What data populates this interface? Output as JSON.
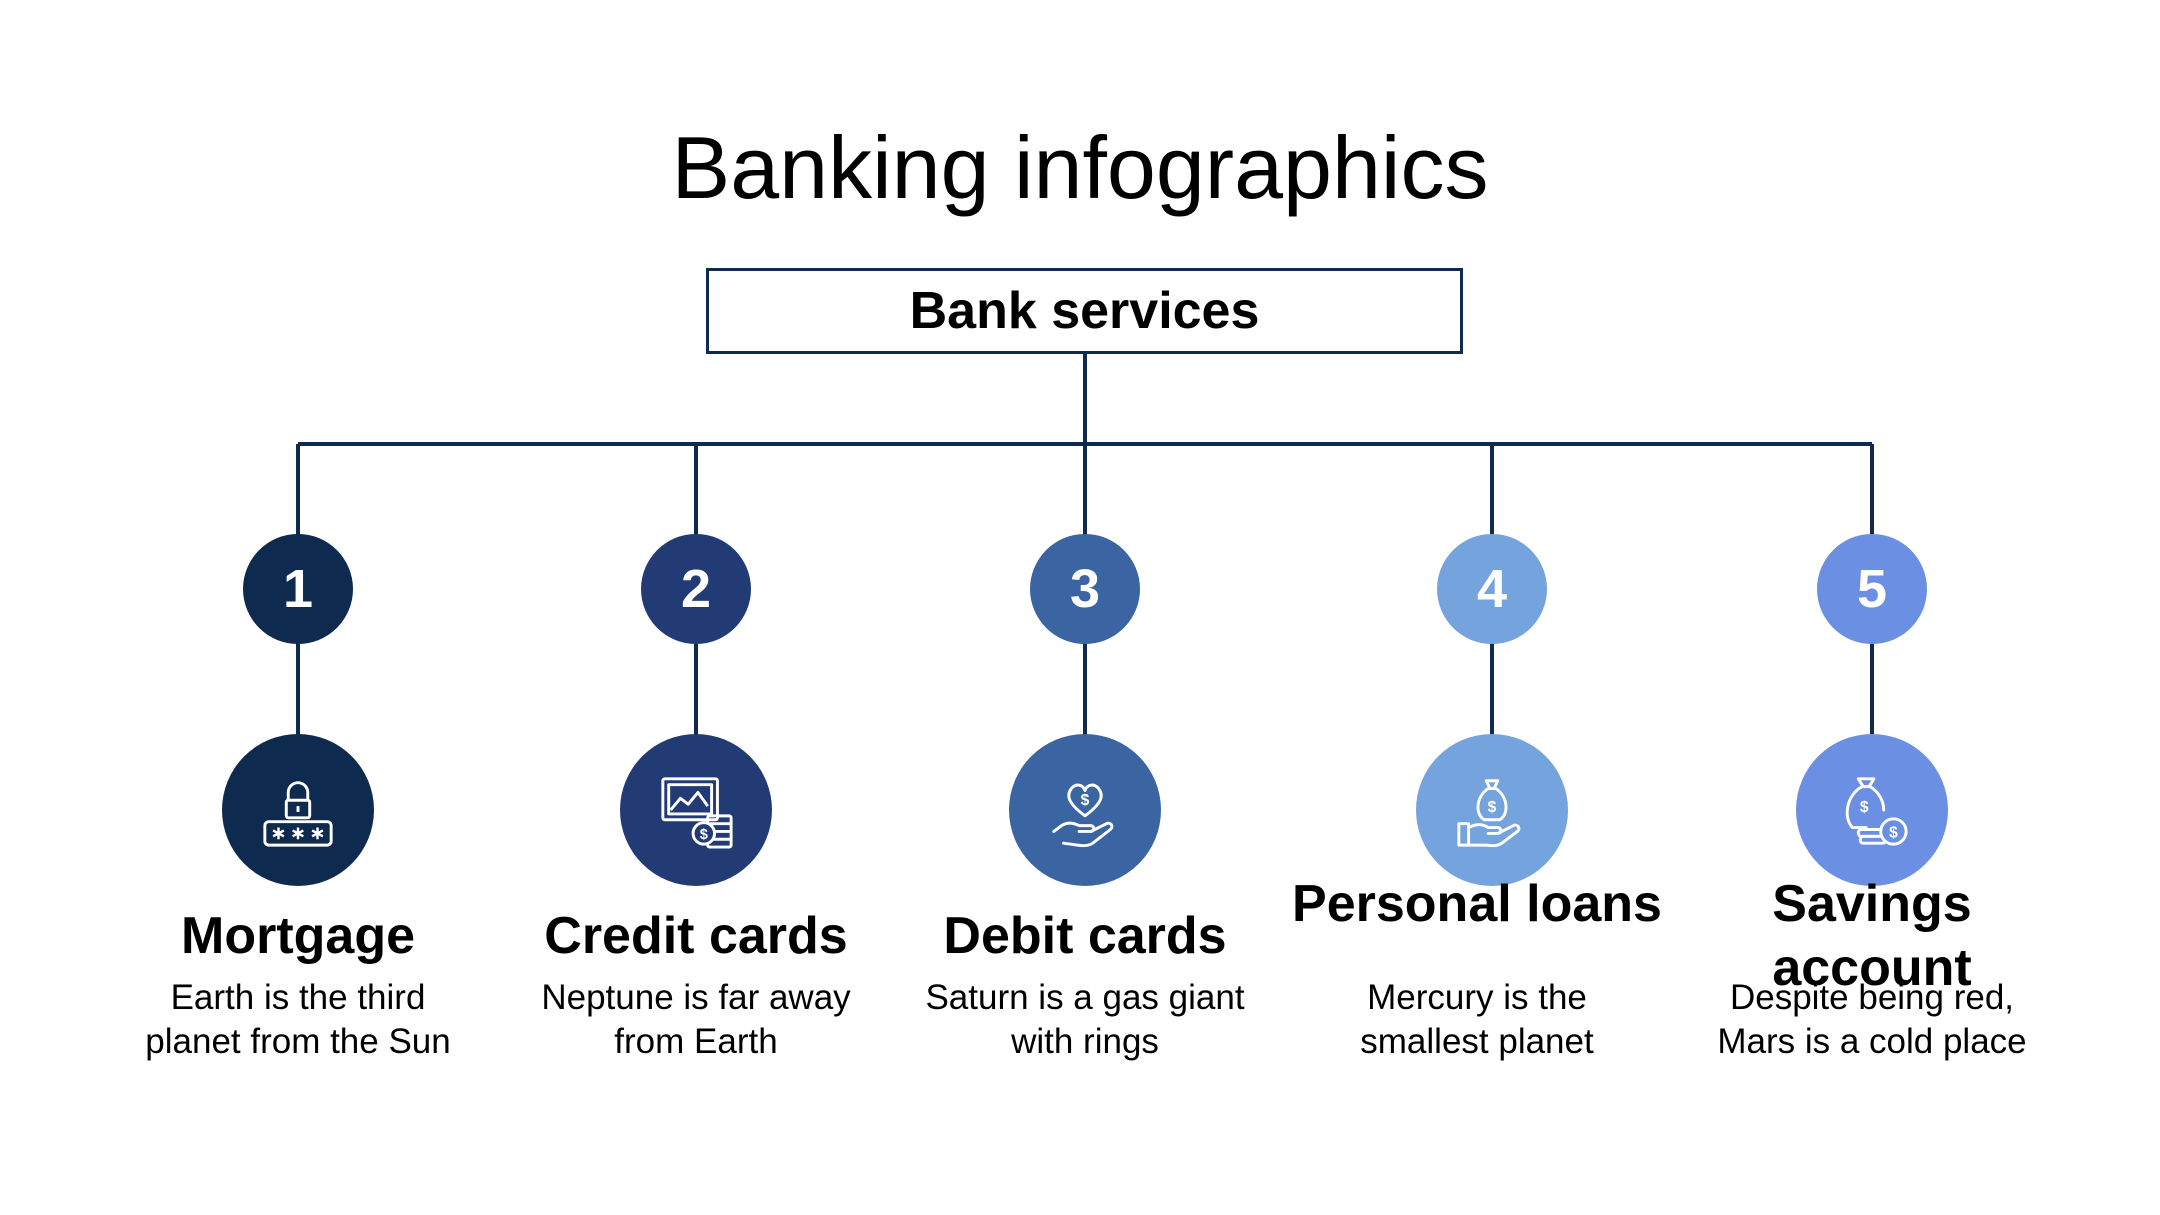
{
  "title": "Banking infographics",
  "root": "Bank services",
  "colors": [
    "#0f2a4f",
    "#233b75",
    "#3a65a2",
    "#74a3dd",
    "#6b8fe2"
  ],
  "items": [
    {
      "number": "1",
      "label": "Mortgage",
      "desc1": "Earth is the third",
      "desc2": "planet from the Sun",
      "icon": "lock-password-icon"
    },
    {
      "number": "2",
      "label": "Credit cards",
      "desc1": "Neptune is far away",
      "desc2": "from Earth",
      "icon": "chart-coins-icon"
    },
    {
      "number": "3",
      "label": "Debit cards",
      "desc1": "Saturn is a gas giant",
      "desc2": "with rings",
      "icon": "hand-heart-dollar-icon"
    },
    {
      "number": "4",
      "label": "Personal loans",
      "desc1": "Mercury is the",
      "desc2": "smallest planet",
      "icon": "hand-money-bag-icon"
    },
    {
      "number": "5",
      "label": "Savings account",
      "desc1": "Despite being red,",
      "desc2": "Mars is a cold place",
      "icon": "money-bag-coins-icon"
    }
  ]
}
